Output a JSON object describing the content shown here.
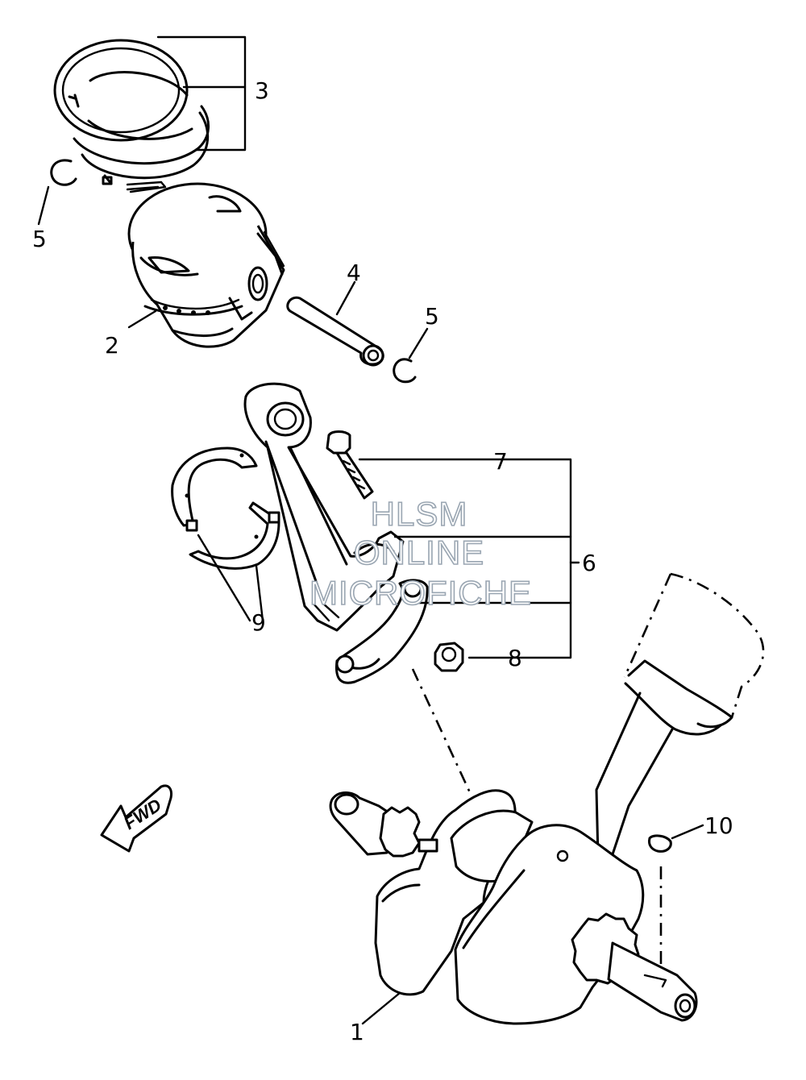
{
  "callouts": {
    "c1": "1",
    "c2": "2",
    "c3": "3",
    "c4": "4",
    "c5a": "5",
    "c5b": "5",
    "c6": "6",
    "c7": "7",
    "c8": "8",
    "c9": "9",
    "c10": "10"
  },
  "direction_arrow": {
    "label": "FWD"
  },
  "watermark": {
    "line1": "HLSM",
    "line2": "ONLINE",
    "line3": "MICROFICHE"
  }
}
